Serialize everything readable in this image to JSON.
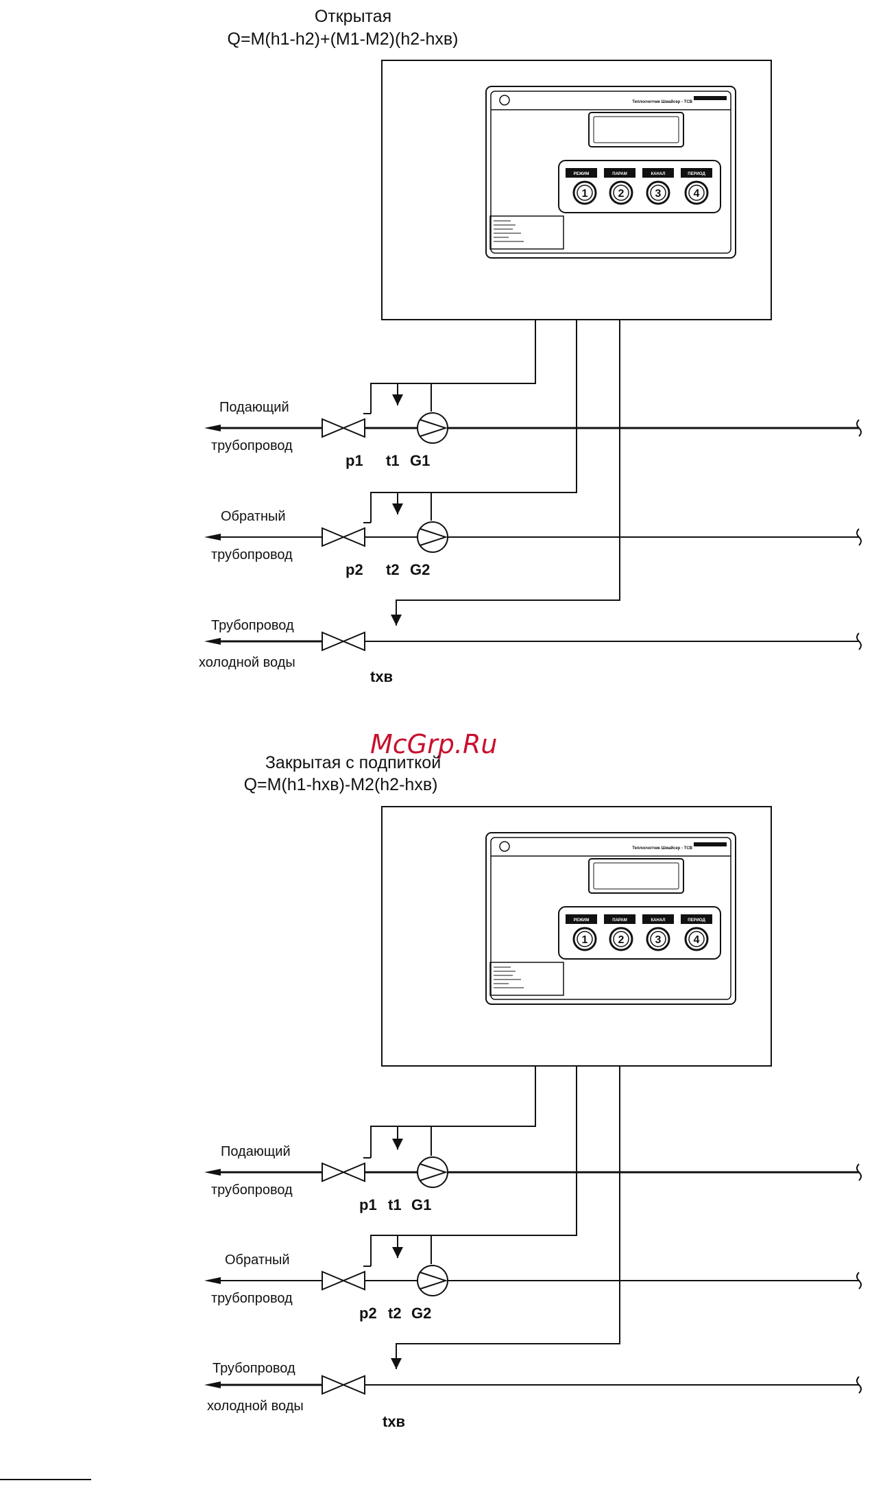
{
  "schemes": [
    {
      "title": "Открытая",
      "formula": "Q=M(h1-h2)+(M1-M2)(h2-hхв)",
      "device": {
        "header": "Теплосчетчик Шмайсер - ТСВ",
        "buttons": [
          "РЕЖИМ",
          "ПАРАМ",
          "КАНАЛ",
          "ПЕРИОД"
        ],
        "button_numbers": [
          "1",
          "2",
          "3",
          "4"
        ]
      },
      "pipes": [
        {
          "label1": "Подающий",
          "label2": "трубопровод",
          "sensors": [
            "p1",
            "t1",
            "G1"
          ]
        },
        {
          "label1": "Обратный",
          "label2": "трубопровод",
          "sensors": [
            "p2",
            "t2",
            "G2"
          ]
        },
        {
          "label1": "Трубопровод",
          "label2": "холодной воды",
          "sensors": [
            "tхв"
          ]
        }
      ]
    },
    {
      "title": "Закрытая с подпиткой",
      "formula": "Q=M(h1-hхв)-M2(h2-hхв)",
      "device": {
        "header": "Теплосчетчик Шмайсер - ТСВ",
        "buttons": [
          "РЕЖИМ",
          "ПАРАМ",
          "КАНАЛ",
          "ПЕРИОД"
        ],
        "button_numbers": [
          "1",
          "2",
          "3",
          "4"
        ]
      },
      "pipes": [
        {
          "label1": "Подающий",
          "label2": "трубопровод",
          "sensors": [
            "p1",
            "t1",
            "G1"
          ]
        },
        {
          "label1": "Обратный",
          "label2": "трубопровод",
          "sensors": [
            "p2",
            "t2",
            "G2"
          ]
        },
        {
          "label1": "Трубопровод",
          "label2": "холодной воды",
          "sensors": [
            "tхв"
          ]
        }
      ]
    }
  ],
  "watermark": "McGrp.Ru"
}
